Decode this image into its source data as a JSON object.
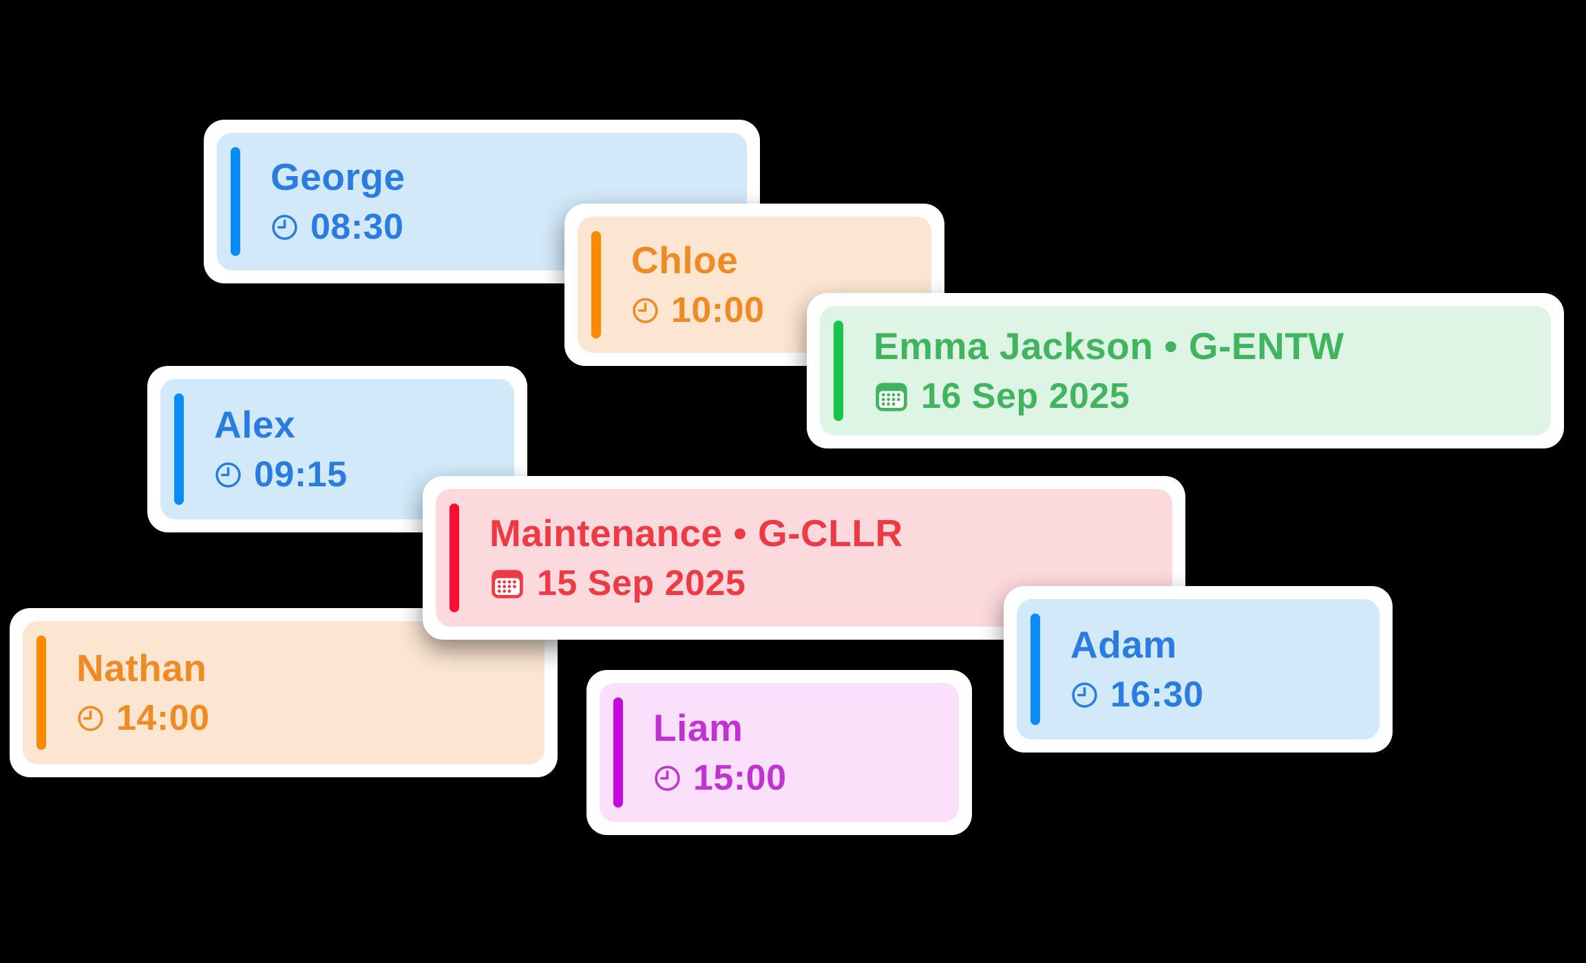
{
  "background": "#000000",
  "card_frame_color": "#ffffff",
  "themes": {
    "blue": {
      "panel": "#d2e9fa",
      "accent": "#0a8bfa",
      "text": "#2b7ce0"
    },
    "orange": {
      "panel": "#fce6d2",
      "accent": "#fb8a00",
      "text": "#ee8b24"
    },
    "green": {
      "panel": "#def4e4",
      "accent": "#19c44d",
      "text": "#41b45f"
    },
    "red": {
      "panel": "#fcd9dc",
      "accent": "#f90d32",
      "text": "#ee3a45"
    },
    "purple": {
      "panel": "#fae0fb",
      "accent": "#c50ae0",
      "text": "#c132d2"
    }
  },
  "cards": [
    {
      "id": "george",
      "label": "George",
      "value": "08:30",
      "icon": "clock-icon",
      "theme": "blue"
    },
    {
      "id": "chloe",
      "label": "Chloe",
      "value": "10:00",
      "icon": "clock-icon",
      "theme": "orange"
    },
    {
      "id": "emma",
      "label": "Emma Jackson • G-ENTW",
      "value": "16 Sep 2025",
      "icon": "calendar-icon",
      "theme": "green"
    },
    {
      "id": "alex",
      "label": "Alex",
      "value": "09:15",
      "icon": "clock-icon",
      "theme": "blue"
    },
    {
      "id": "maintenance",
      "label": "Maintenance • G-CLLR",
      "value": "15 Sep 2025",
      "icon": "calendar-icon",
      "theme": "red"
    },
    {
      "id": "nathan",
      "label": "Nathan",
      "value": "14:00",
      "icon": "clock-icon",
      "theme": "orange"
    },
    {
      "id": "adam",
      "label": "Adam",
      "value": "16:30",
      "icon": "clock-icon",
      "theme": "blue"
    },
    {
      "id": "liam",
      "label": "Liam",
      "value": "15:00",
      "icon": "clock-icon",
      "theme": "purple"
    }
  ]
}
